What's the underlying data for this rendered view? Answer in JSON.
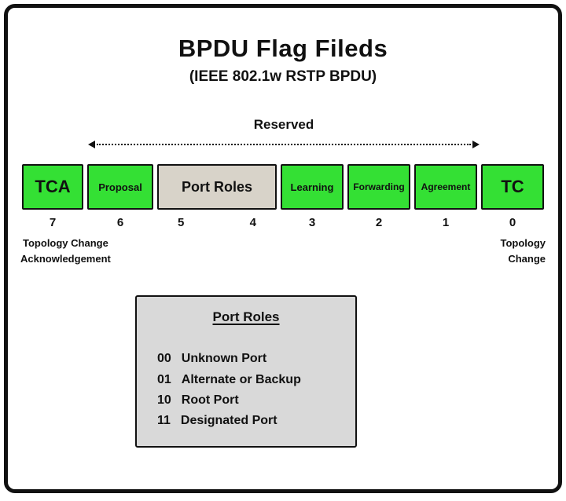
{
  "title": "BPDU Flag Fileds",
  "subtitle": "(IEEE 802.1w RSTP BPDU)",
  "reserved_label": "Reserved",
  "fields": [
    {
      "label": "TCA",
      "bits": [
        "7"
      ]
    },
    {
      "label": "Proposal",
      "bits": [
        "6"
      ]
    },
    {
      "label": "Port Roles",
      "bits": [
        "5",
        "4"
      ]
    },
    {
      "label": "Learning",
      "bits": [
        "3"
      ]
    },
    {
      "label": "Forwarding",
      "bits": [
        "2"
      ]
    },
    {
      "label": "Agreement",
      "bits": [
        "1"
      ]
    },
    {
      "label": "TC",
      "bits": [
        "0"
      ]
    }
  ],
  "annotations": {
    "left_line1": "Topology Change",
    "left_line2": "Acknowledgement",
    "right_line1": "Topology",
    "right_line2": "Change"
  },
  "legend": {
    "title": "Port Roles",
    "items": [
      {
        "code": "00",
        "label": "Unknown Port"
      },
      {
        "code": "01",
        "label": "Alternate or Backup"
      },
      {
        "code": "10",
        "label": "Root Port"
      },
      {
        "code": "11",
        "label": "Designated Port"
      }
    ]
  },
  "colors": {
    "ink": "#111111",
    "field_green": "#34e034",
    "field_gray": "#d8d3c9",
    "legend_bg": "#d9d9d9"
  }
}
